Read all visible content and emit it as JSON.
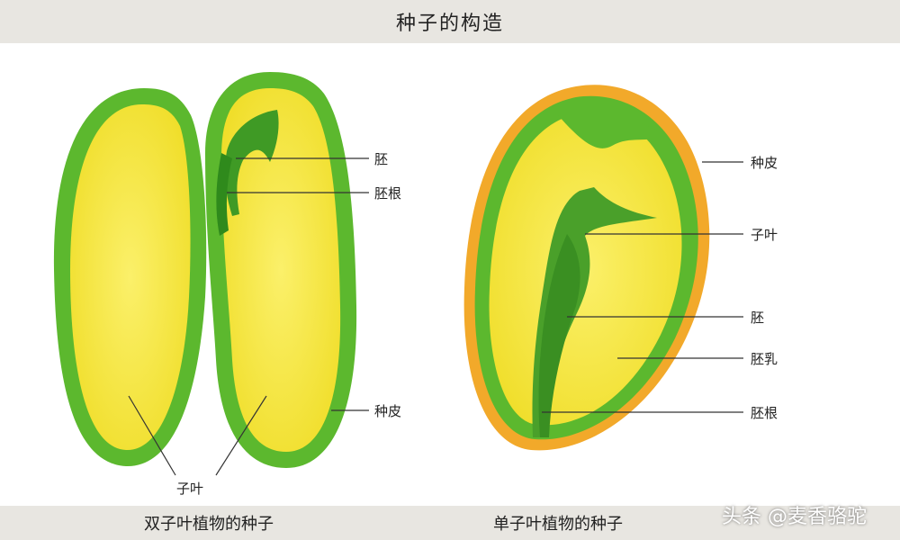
{
  "title": "种子的构造",
  "dicot": {
    "caption": "双子叶植物的种子",
    "labels": {
      "embryo": "胚",
      "radicle": "胚根",
      "seed_coat": "种皮",
      "cotyledon": "子叶"
    }
  },
  "monocot": {
    "caption": "单子叶植物的种子",
    "labels": {
      "seed_coat": "种皮",
      "cotyledon": "子叶",
      "embryo": "胚",
      "endosperm": "胚乳",
      "radicle": "胚根"
    }
  },
  "watermark": "头条 @麦香骆驼",
  "colors": {
    "seed_coat_green": "#5cb82e",
    "cotyledon_yellow": "#f6e93a",
    "outer_orange": "#f2a92a",
    "embryo_green": "#4aa02a",
    "bar_gray": "#e8e6e1"
  }
}
